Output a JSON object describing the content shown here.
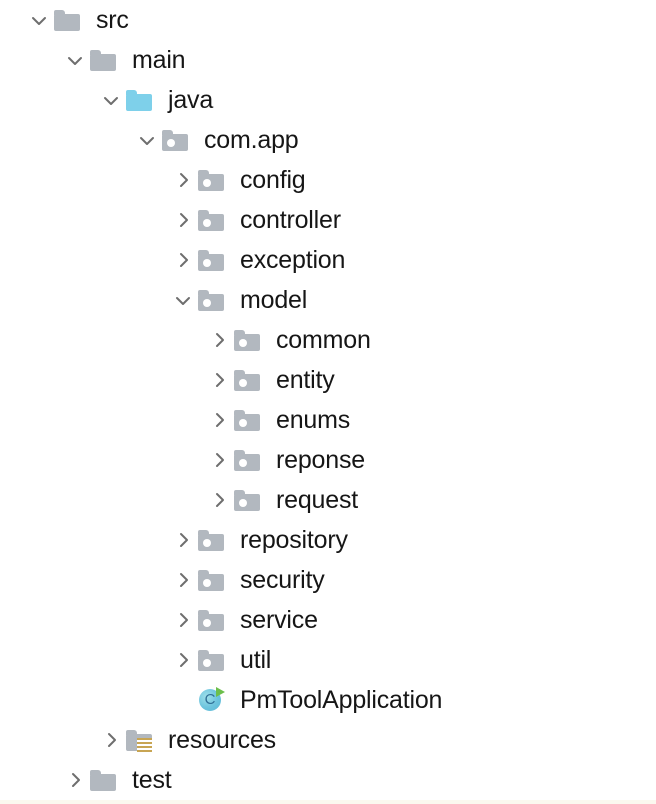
{
  "view": {
    "name": "project-file-tree",
    "background_color": "#ffffff",
    "text_color": "#161616",
    "folder_color": "#b2b8bf",
    "source_folder_color": "#7ed0ea",
    "resources_accent_color": "#c8a553",
    "class_icon_color": "#6cc3dd",
    "run_arrow_color": "#6cbf4b"
  },
  "icons": {
    "chevron_expanded": "chevron-down-icon",
    "chevron_collapsed": "chevron-right-icon",
    "folder": "folder-icon",
    "folder_source": "source-folder-icon",
    "folder_package": "package-folder-icon",
    "folder_resources": "resources-folder-icon",
    "java_class": "java-class-icon"
  },
  "tree": {
    "nodes": [
      {
        "label": "src",
        "depth": 0,
        "state": "expanded",
        "icon": "folder-icon"
      },
      {
        "label": "main",
        "depth": 1,
        "state": "expanded",
        "icon": "folder-icon"
      },
      {
        "label": "java",
        "depth": 2,
        "state": "expanded",
        "icon": "source-folder-icon"
      },
      {
        "label": "com.app",
        "depth": 3,
        "state": "expanded",
        "icon": "package-folder-icon"
      },
      {
        "label": "config",
        "depth": 4,
        "state": "collapsed",
        "icon": "package-folder-icon"
      },
      {
        "label": "controller",
        "depth": 4,
        "state": "collapsed",
        "icon": "package-folder-icon"
      },
      {
        "label": "exception",
        "depth": 4,
        "state": "collapsed",
        "icon": "package-folder-icon"
      },
      {
        "label": "model",
        "depth": 4,
        "state": "expanded",
        "icon": "package-folder-icon"
      },
      {
        "label": "common",
        "depth": 5,
        "state": "collapsed",
        "icon": "package-folder-icon"
      },
      {
        "label": "entity",
        "depth": 5,
        "state": "collapsed",
        "icon": "package-folder-icon"
      },
      {
        "label": "enums",
        "depth": 5,
        "state": "collapsed",
        "icon": "package-folder-icon"
      },
      {
        "label": "reponse",
        "depth": 5,
        "state": "collapsed",
        "icon": "package-folder-icon"
      },
      {
        "label": "request",
        "depth": 5,
        "state": "collapsed",
        "icon": "package-folder-icon"
      },
      {
        "label": "repository",
        "depth": 4,
        "state": "collapsed",
        "icon": "package-folder-icon"
      },
      {
        "label": "security",
        "depth": 4,
        "state": "collapsed",
        "icon": "package-folder-icon"
      },
      {
        "label": "service",
        "depth": 4,
        "state": "collapsed",
        "icon": "package-folder-icon"
      },
      {
        "label": "util",
        "depth": 4,
        "state": "collapsed",
        "icon": "package-folder-icon"
      },
      {
        "label": "PmToolApplication",
        "depth": 4,
        "state": "leaf",
        "icon": "java-class-icon"
      },
      {
        "label": "resources",
        "depth": 2,
        "state": "collapsed",
        "icon": "resources-folder-icon"
      },
      {
        "label": "test",
        "depth": 1,
        "state": "collapsed",
        "icon": "folder-icon"
      }
    ]
  }
}
